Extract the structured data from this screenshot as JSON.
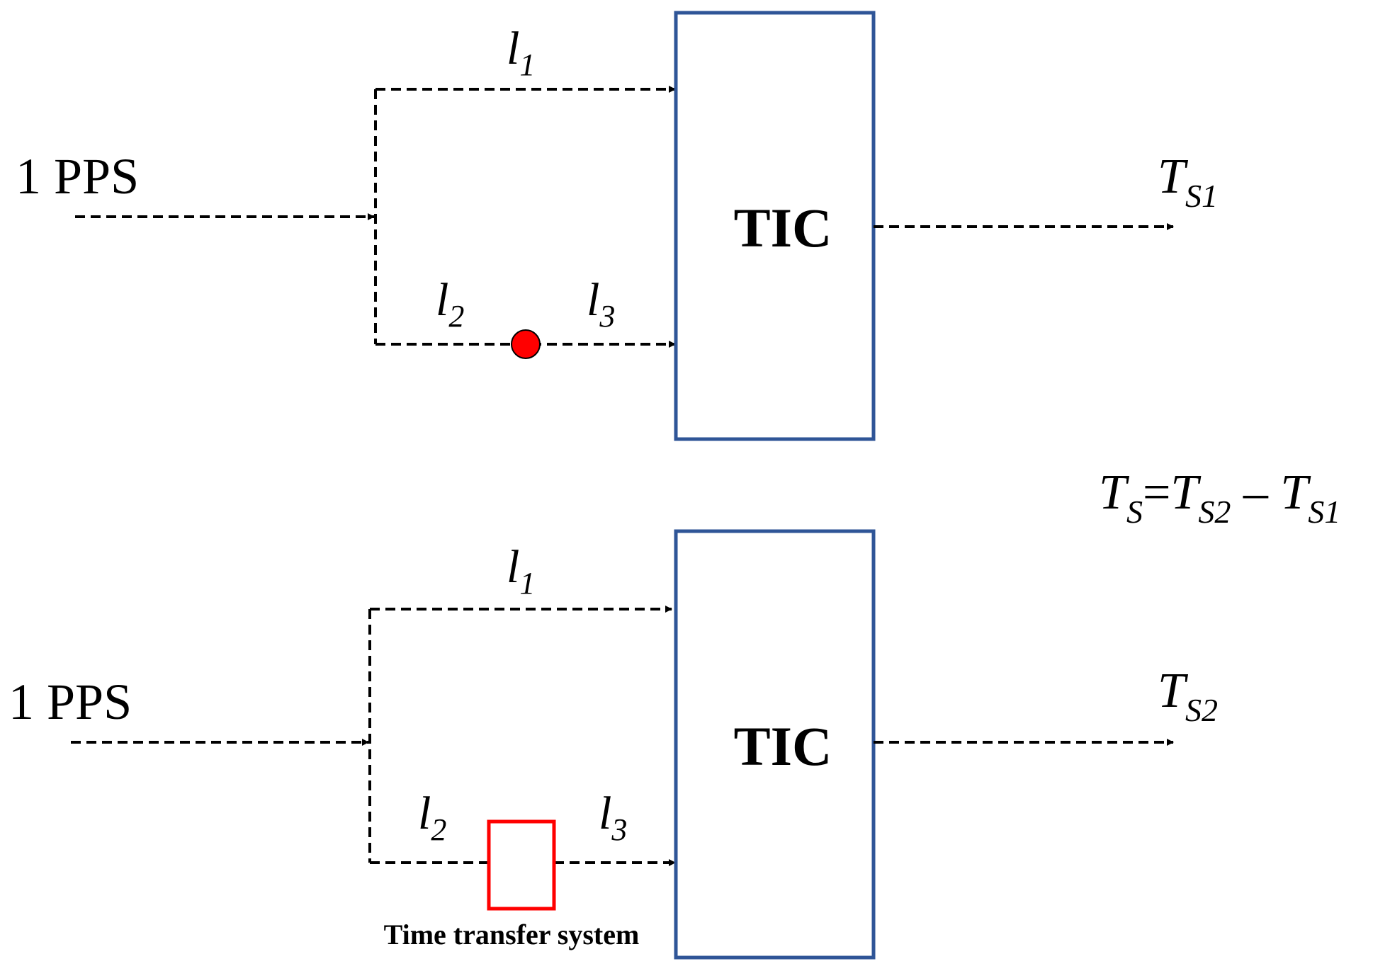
{
  "colors": {
    "tic_border": "#2f5597",
    "line": "#000000",
    "marker": "#ff0000",
    "time_transfer_border": "#ff0000"
  },
  "top": {
    "input_label": "1 PPS",
    "path1_label": "l",
    "path1_sub": "1",
    "path2_label": "l",
    "path2_sub": "2",
    "path3_label": "l",
    "path3_sub": "3",
    "box_label": "TIC",
    "output_label": "T",
    "output_sub": "S1"
  },
  "bottom": {
    "input_label": "1 PPS",
    "path1_label": "l",
    "path1_sub": "1",
    "path2_label": "l",
    "path2_sub": "2",
    "path3_label": "l",
    "path3_sub": "3",
    "box_label": "TIC",
    "output_label": "T",
    "output_sub": "S2",
    "device_label": "Time transfer system"
  },
  "equation": {
    "lhs": "T",
    "lhs_sub": "S",
    "equals": "=",
    "t1": "T",
    "t1_sub": "S2",
    "minus": " – ",
    "t2": "T",
    "t2_sub": "S1"
  }
}
